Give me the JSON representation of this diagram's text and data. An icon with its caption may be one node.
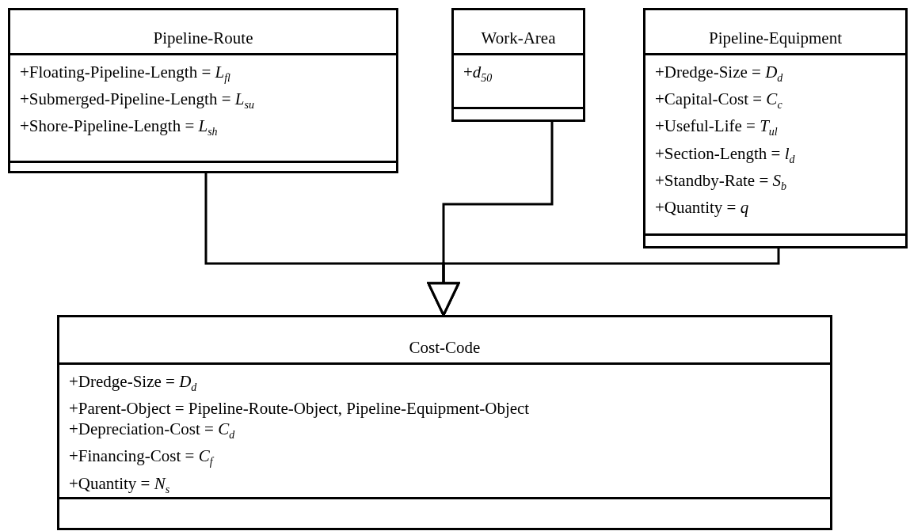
{
  "diagram": {
    "nodes": [
      {
        "text": [
          "Pipeline-Route",
          "+Floating-Pipeline-Length = *L*$_{fl}$",
          "+Submerged-Pipeline-Length = *L*$_{su}$",
          "+Shore-Pipeline-Length = *L*$_{sh}$"
        ]
      },
      {
        "text": [
          "Work-Area",
          "+*d*$_{50}$"
        ]
      },
      {
        "text": [
          "Pipeline-Equipment",
          "+Dredge-Size = *D*$_{d}$",
          "+Capital-Cost = *C*$_{c}$",
          "+Useful-Life = *T*$_{ul}$",
          "+Section-Length = *l*$_{d}$",
          "+Standby-Rate = *S*$_{b}$",
          "+Quantity = *q*"
        ]
      },
      {
        "text": [
          "Cost-Code",
          "+Dredge-Size = *D*$_{d}$",
          "+Parent-Object = Pipeline-Route-Object, Pipeline-Equipment-Object",
          "+Depreciation-Cost = *C*$_{d}$",
          "+Financing-Cost = *C*$_{f}$",
          "+Quantity = *N*$_{s}$"
        ]
      }
    ],
    "edges": [
      {
        "from": 0,
        "to": 3,
        "arrow": "to"
      },
      {
        "from": 1,
        "to": 3,
        "arrow": "to"
      },
      {
        "from": 2,
        "to": 3,
        "arrow": "to"
      }
    ]
  }
}
